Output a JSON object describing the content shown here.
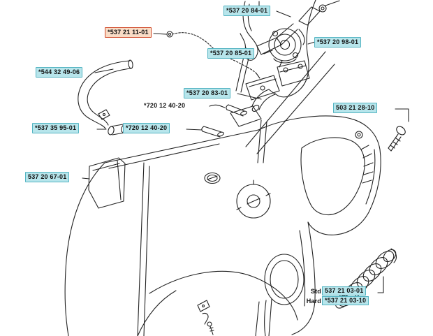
{
  "diagram": {
    "type": "exploded-parts-diagram",
    "subject": "chainsaw fuel tank and rear handle assembly"
  },
  "colors": {
    "highlight_cyan_bg": "#b7e5eb",
    "highlight_cyan_border": "#54b4c2",
    "highlight_orange_bg": "#f9dcc6",
    "highlight_orange_border": "#d04a2a",
    "line_art": "#222222"
  },
  "part_labels": [
    {
      "part_number": "*537 20 84-01",
      "highlight": "cyan"
    },
    {
      "part_number": "*537 21 11-01",
      "highlight": "orange"
    },
    {
      "part_number": "*537 20 85-01",
      "highlight": "cyan"
    },
    {
      "part_number": "*537 20 98-01",
      "highlight": "cyan"
    },
    {
      "part_number": "*544 32 49-06",
      "highlight": "cyan"
    },
    {
      "part_number": "*537 20 83-01",
      "highlight": "cyan"
    },
    {
      "part_number": "*720 12 40-20",
      "highlight": "none"
    },
    {
      "part_number": "503 21 28-10",
      "highlight": "cyan"
    },
    {
      "part_number": "*537 35 95-01",
      "highlight": "cyan"
    },
    {
      "part_number": "*720 12 40-20",
      "highlight": "cyan"
    },
    {
      "part_number": "537 20 67-01",
      "highlight": "cyan"
    }
  ],
  "handle_variants": {
    "standard_label": "Std",
    "standard_part": "537 21 03-01",
    "hard_label": "Hard",
    "hard_part": "*537 21 03-10"
  }
}
